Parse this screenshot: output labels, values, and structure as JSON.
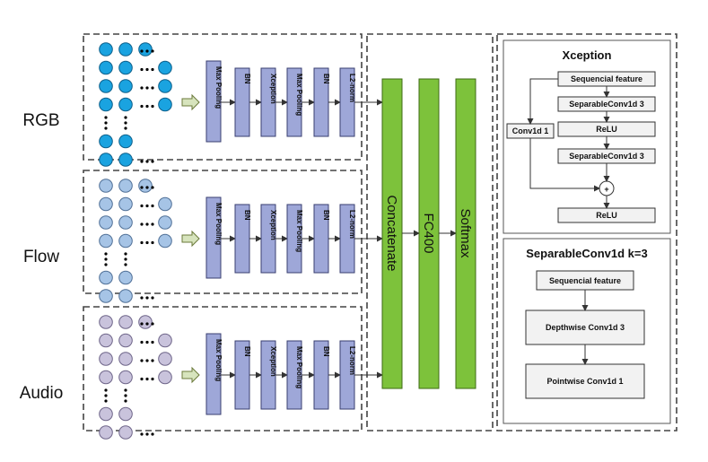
{
  "modalities": [
    {
      "label": "RGB",
      "fill": "#1aa3e0",
      "stroke": "#0d5f8a"
    },
    {
      "label": "Flow",
      "fill": "#a6c4e6",
      "stroke": "#4f6f96"
    },
    {
      "label": "Audio",
      "fill": "#c9c3dc",
      "stroke": "#6d6488"
    }
  ],
  "pipeline_blocks": [
    "Max Pooling",
    "BN",
    "Xception",
    "Max Pooling",
    "BN",
    "L2-norm"
  ],
  "fusion_blocks": [
    "Concatenate",
    "FC400",
    "Softmax"
  ],
  "xception_panel": {
    "title": "Xception",
    "seq": "Sequencial feature",
    "sep1": "SeparableConv1d 3",
    "relu1": "ReLU",
    "sep2": "SeparableConv1d 3",
    "conv": "Conv1d 1",
    "plus": "+",
    "relu2": "ReLU"
  },
  "sepconv_panel": {
    "title": "SeparableConv1d k=3",
    "seq": "Sequencial feature",
    "depthwise": "Depthwise Conv1d 3",
    "pointwise": "Pointwise Conv1d 1"
  },
  "colors": {
    "block": "#9ea7d8",
    "fusion": "#7dc23b",
    "arrow_fill": "#d7e4bd"
  }
}
